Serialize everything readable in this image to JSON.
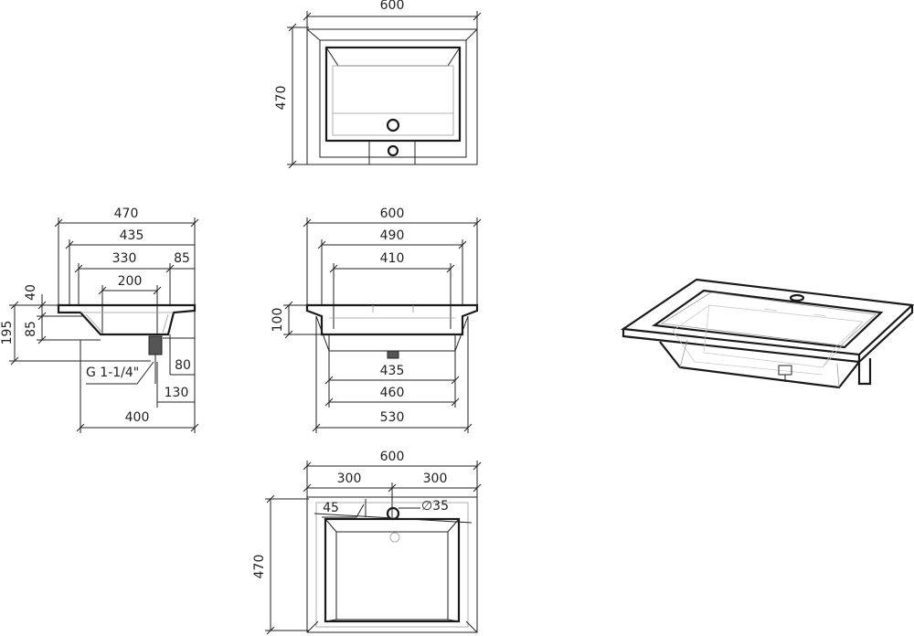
{
  "top_view": {
    "width": "600",
    "depth": "470"
  },
  "side_view": {
    "total_depth": "470",
    "depth_435": "435",
    "depth_330": "330",
    "depth_85": "85",
    "depth_200": "200",
    "height_40": "40",
    "height_85": "85",
    "height_195": "195",
    "drain_thread": "G 1-1/4\"",
    "drain_80": "80",
    "drain_130": "130",
    "depth_400": "400"
  },
  "front_view": {
    "width_600": "600",
    "width_490": "490",
    "width_410": "410",
    "height_100": "100",
    "width_435": "435",
    "width_460": "460",
    "width_530": "530"
  },
  "plan_view": {
    "width": "600",
    "half_left": "300",
    "half_right": "300",
    "hole_offset": "45",
    "hole_diameter": "∅35",
    "depth": "470"
  },
  "colors": {
    "line": "#222222",
    "thin_line": "#9a9a9a",
    "background": "#ffffff"
  }
}
